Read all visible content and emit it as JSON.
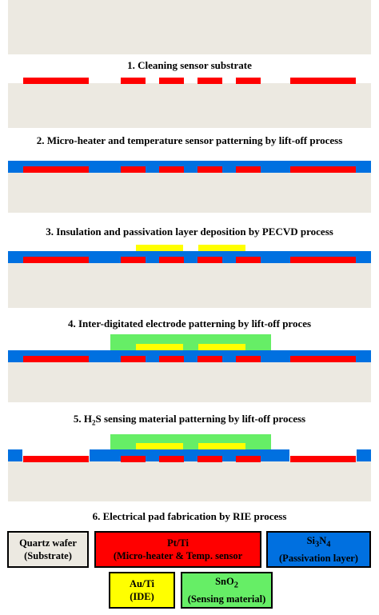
{
  "colors": {
    "substrate": "#ece9e1",
    "pt_ti": "#ff0000",
    "si3n4": "#0070e0",
    "au_ti": "#ffff00",
    "sno2": "#66ee66"
  },
  "steps": [
    {
      "number": "1.",
      "text": "Cleaning sensor substrate"
    },
    {
      "number": "2.",
      "text": "Micro-heater and temperature sensor patterning by lift-off process"
    },
    {
      "number": "3.",
      "text": "Insulation and passivation layer deposition by PECVD process"
    },
    {
      "number": "4.",
      "text": "Inter-digitated electrode patterning by lift-off proces"
    },
    {
      "number": "5.",
      "text_pre": "H",
      "text_sub": "2",
      "text_post": "S sensing material patterning by lift-off process"
    },
    {
      "number": "6.",
      "text": "Electrical pad fabrication by RIE process"
    }
  ],
  "legend": {
    "quartz": {
      "line1": "Quartz wafer",
      "line2": "(Substrate)"
    },
    "pt_ti": {
      "line1": "Pt/Ti",
      "line2": "(Micro-heater & Temp. sensor"
    },
    "si3n4": {
      "line1_a": "Si",
      "line1_sub1": "3",
      "line1_b": "N",
      "line1_sub2": "4",
      "line2": "(Passivation layer)"
    },
    "au_ti": {
      "line1": "Au/Ti",
      "line2": "(IDE)"
    },
    "sno2": {
      "line1_a": "SnO",
      "line1_sub": "2",
      "line2": "(Sensing material)"
    }
  }
}
